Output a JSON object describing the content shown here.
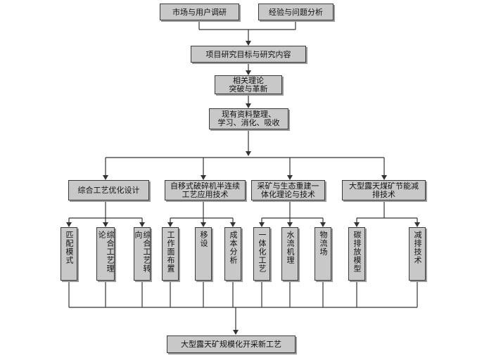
{
  "colors": {
    "box_fill": "#c8c8c8",
    "line": "#333333",
    "shadow": "#9a9a9a"
  },
  "top": {
    "market": "市场与用户调研",
    "experience": "经验与问题分析"
  },
  "goals": "项目研究目标与研究内容",
  "theory": "相关理论\n突破与革新",
  "materials": "现有资料整理、\n学习、消化、吸收",
  "branches": [
    {
      "title": "综合工艺优化设计",
      "leaves": [
        "匹配模式",
        "综合工艺理论",
        "综合工艺转向"
      ]
    },
    {
      "title": "自移式破碎机半连续工艺应用技术",
      "leaves": [
        "工作面布置",
        "移设",
        "成本分析"
      ]
    },
    {
      "title": "采矿与生态重建一体化理论与技术",
      "leaves": [
        "一体化工艺",
        "水流机理",
        "物流场"
      ]
    },
    {
      "title": "大型露天煤矿节能减排技术",
      "leaves": [
        "碳排放模型",
        "减排技术"
      ]
    }
  ],
  "final": "大型露天矿规模化开采新工艺"
}
